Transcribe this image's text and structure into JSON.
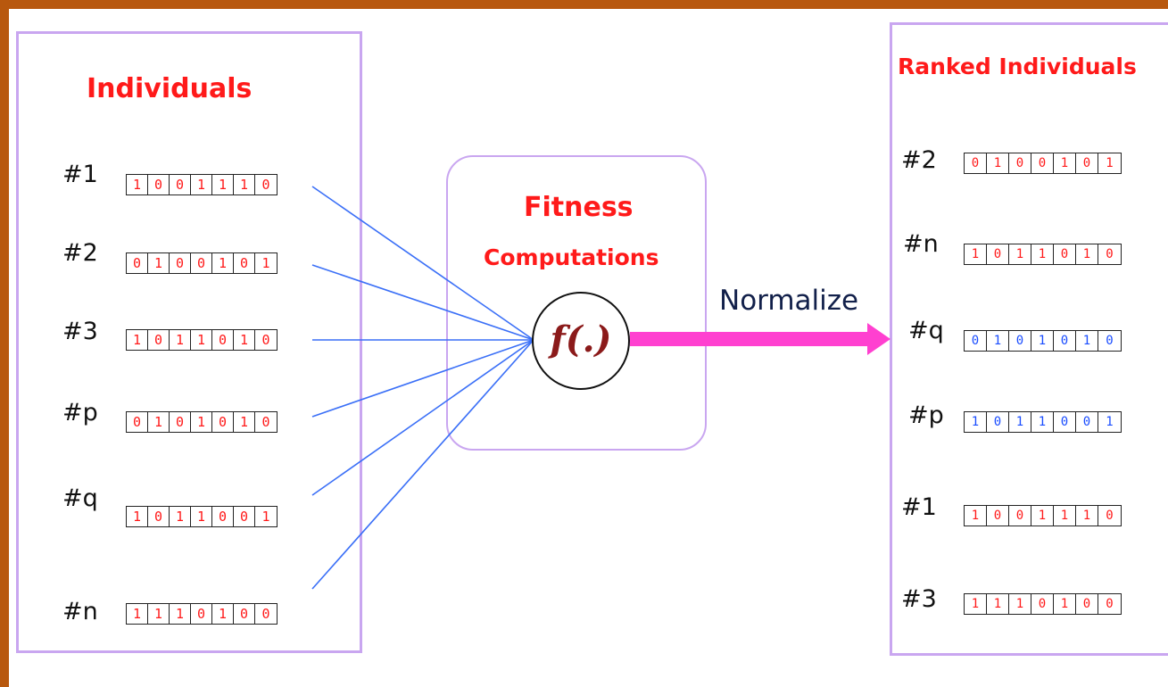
{
  "left": {
    "title": "Individuals",
    "items": [
      {
        "label": "#1",
        "bits": [
          "1",
          "0",
          "0",
          "1",
          "1",
          "1",
          "0"
        ]
      },
      {
        "label": "#2",
        "bits": [
          "0",
          "1",
          "0",
          "0",
          "1",
          "0",
          "1"
        ]
      },
      {
        "label": "#3",
        "bits": [
          "1",
          "0",
          "1",
          "1",
          "0",
          "1",
          "0"
        ]
      },
      {
        "label": "#p",
        "bits": [
          "0",
          "1",
          "0",
          "1",
          "0",
          "1",
          "0"
        ]
      },
      {
        "label": "#q",
        "bits": [
          "1",
          "0",
          "1",
          "1",
          "0",
          "0",
          "1"
        ]
      },
      {
        "label": "#n",
        "bits": [
          "1",
          "1",
          "1",
          "0",
          "1",
          "0",
          "0"
        ]
      }
    ]
  },
  "fitness": {
    "title": "Fitness",
    "subtitle": "Computations",
    "function": "f(.)"
  },
  "arrow_label": "Normalize",
  "right": {
    "title": "Ranked Individuals",
    "items": [
      {
        "label": "#2",
        "bits": [
          "0",
          "1",
          "0",
          "0",
          "1",
          "0",
          "1"
        ],
        "color": "#ff1a1a"
      },
      {
        "label": "#n",
        "bits": [
          "1",
          "0",
          "1",
          "1",
          "0",
          "1",
          "0"
        ],
        "color": "#ff1a1a"
      },
      {
        "label": "#q",
        "bits": [
          "0",
          "1",
          "0",
          "1",
          "0",
          "1",
          "0"
        ],
        "color": "#1a4dff"
      },
      {
        "label": "#p",
        "bits": [
          "1",
          "0",
          "1",
          "1",
          "0",
          "0",
          "1"
        ],
        "color": "#1a4dff"
      },
      {
        "label": "#1",
        "bits": [
          "1",
          "0",
          "0",
          "1",
          "1",
          "1",
          "0"
        ],
        "color": "#ff1a1a"
      },
      {
        "label": "#3",
        "bits": [
          "1",
          "1",
          "1",
          "0",
          "1",
          "0",
          "0"
        ],
        "color": "#ff1a1a"
      }
    ]
  },
  "colors": {
    "title": "#ff1a1a",
    "left_bits": "#ff1a1a",
    "connector": "#3a6ff7",
    "arrow": "#ff40d0",
    "panel_border": "#c9a6f0"
  }
}
